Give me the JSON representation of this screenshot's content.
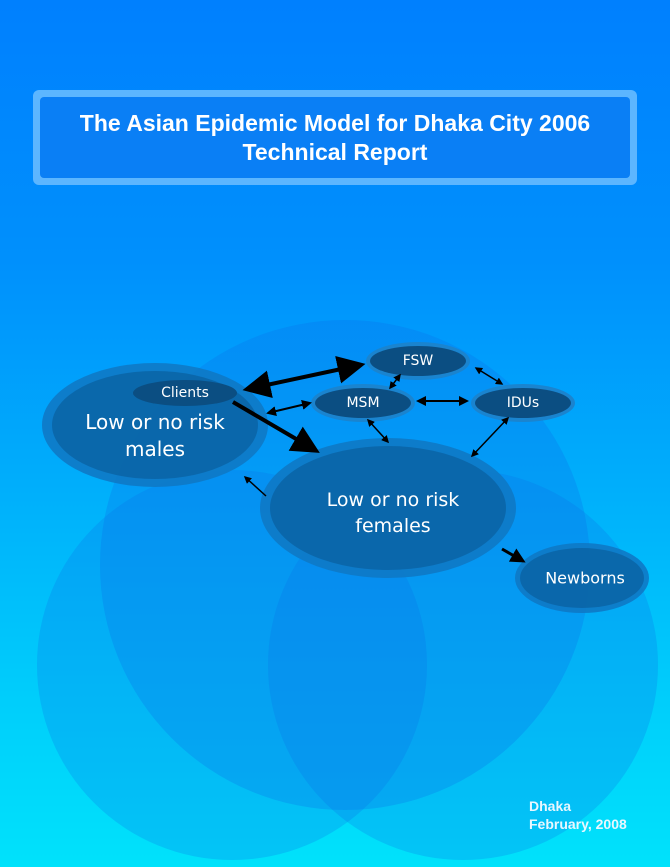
{
  "cover": {
    "title_line1": "The Asian Epidemic Model for Dhaka City 2006",
    "title_line2": "Technical Report"
  },
  "diagram": {
    "nodes": {
      "clients": "Clients",
      "males_line1": "Low or no risk",
      "males_line2": "males",
      "fsw": "FSW",
      "msm": "MSM",
      "idus": "IDUs",
      "females_line1": "Low or no risk",
      "females_line2": "females",
      "newborns": "Newborns"
    },
    "colors": {
      "node_fill": "#0a5f9a",
      "node_small_fill": "#0b4e82",
      "arrow": "#000000"
    }
  },
  "footer": {
    "city": "Dhaka",
    "date": "February, 2008"
  }
}
